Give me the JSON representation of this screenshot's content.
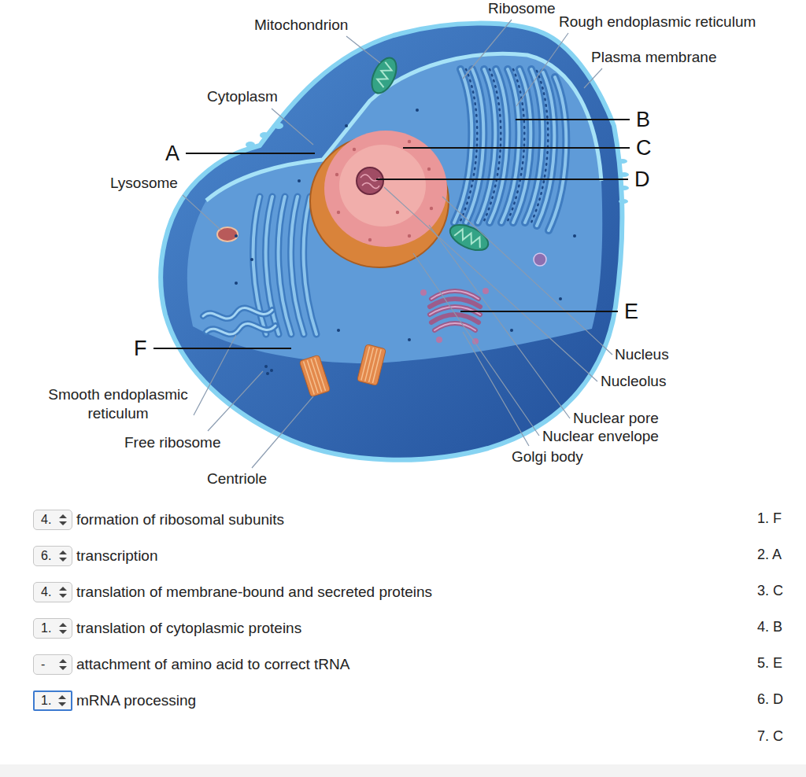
{
  "diagram": {
    "nodes": [
      {
        "text": [
          "4."
        ]
      },
      {
        "text": [
          "6."
        ]
      },
      {
        "text": [
          "4."
        ]
      },
      {
        "text": [
          "1."
        ]
      },
      {
        "text": [
          "-"
        ]
      },
      {
        "text": [
          "1."
        ]
      }
    ],
    "labels": [
      "Ribosome",
      "Mitochondrion",
      "Rough endoplasmic reticulum",
      "Plasma membrane",
      "Cytoplasm",
      "B",
      "C",
      "A",
      "D",
      "Lysosome",
      "E",
      "F",
      "Nucleus",
      "Nucleolus",
      "Smooth endoplasmic reticulum",
      "Nuclear pore",
      "Nuclear envelope",
      "Free ribosome",
      "Golgi body",
      "Centriole",
      "formation of ribosomal subunits",
      "transcription",
      "translation of membrane-bound and secreted proteins",
      "translation of cytoplasmic proteins",
      "attachment of amino acid to correct tRNA",
      "mRNA processing",
      "1. F",
      "2. A",
      "3. C",
      "4. B",
      "5. E",
      "6. D",
      "7. C"
    ]
  }
}
